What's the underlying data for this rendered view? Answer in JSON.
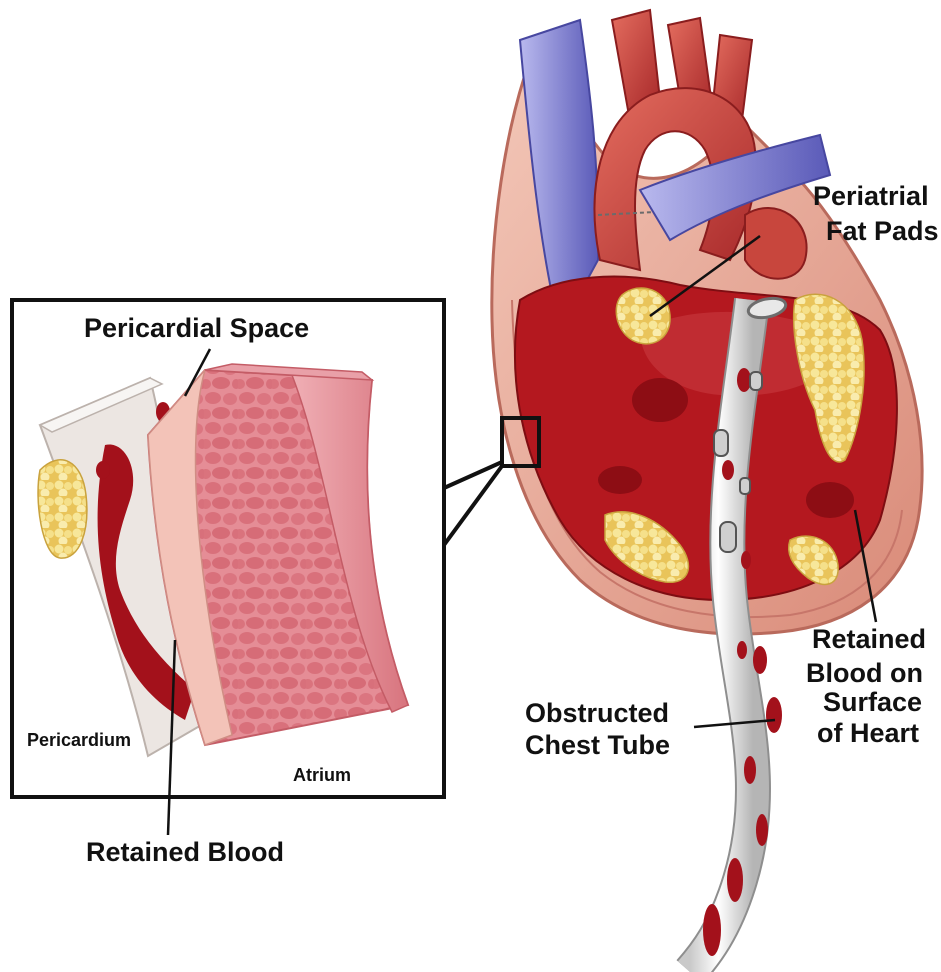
{
  "labels": {
    "periatrial_fat_pads": [
      "Periatrial",
      "Fat Pads"
    ],
    "pericardial_space": "Pericardial Space",
    "retained_blood_surface": [
      "Retained",
      "Blood on",
      "Surface",
      "of Heart"
    ],
    "obstructed_chest_tube": [
      "Obstructed",
      "Chest Tube"
    ],
    "pericardium": "Pericardium",
    "atrium": "Atrium",
    "retained_blood": "Retained Blood"
  },
  "colors": {
    "blood": "#a3111b",
    "muscle": "#e28a92",
    "fat": "#f2dc7a",
    "vein": "#7f7fd0",
    "pericardium": "#ece6e2",
    "outline": "#111111"
  }
}
